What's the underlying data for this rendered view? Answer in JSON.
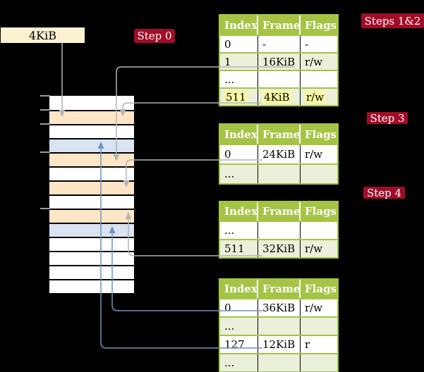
{
  "title_box": {
    "label": "4KiB"
  },
  "step_labels": {
    "step0": "Step 0",
    "steps12": "Steps 1&2",
    "step3": "Step 3",
    "step4": "Step 4"
  },
  "colors": {
    "background": "#000000",
    "label_red": "#a10d28",
    "table_header_green": "#a5c445",
    "table_row_light_green": "#eaf0da",
    "frame_box_cream": "#fbf2d2",
    "highlight_yellow": "#fbf8a3",
    "memory_orange": "#fde5c6",
    "memory_blue": "#d9e3f1",
    "arrow_gray": "#b3b3b8",
    "arrow_blue": "#7191bd"
  },
  "memory": {
    "rows": [
      {
        "color": "white"
      },
      {
        "color": "orange"
      },
      {
        "color": "white"
      },
      {
        "color": "blue"
      },
      {
        "color": "orange"
      },
      {
        "color": "white"
      },
      {
        "color": "orange"
      },
      {
        "color": "white"
      },
      {
        "color": "orange"
      },
      {
        "color": "blue"
      },
      {
        "color": "white"
      },
      {
        "color": "white"
      },
      {
        "color": "white"
      },
      {
        "color": "white"
      }
    ],
    "tick_row_boundaries": [
      0,
      1,
      2,
      4,
      8
    ]
  },
  "tables": {
    "columns": [
      "Index",
      "Frame",
      "Flags"
    ],
    "t1": {
      "rows": [
        {
          "index": "0",
          "frame": "-",
          "flags": "-"
        },
        {
          "index": "1",
          "frame": "16KiB",
          "flags": "r/w"
        },
        {
          "index": "...",
          "frame": "",
          "flags": ""
        },
        {
          "index": "511",
          "frame": "4KiB",
          "flags": "r/w",
          "highlighted": true
        }
      ]
    },
    "t2": {
      "rows": [
        {
          "index": "0",
          "frame": "24KiB",
          "flags": "r/w"
        },
        {
          "index": "...",
          "frame": "",
          "flags": ""
        }
      ]
    },
    "t3": {
      "rows": [
        {
          "index": "...",
          "frame": "",
          "flags": ""
        },
        {
          "index": "511",
          "frame": "32KiB",
          "flags": "r/w"
        }
      ]
    },
    "t4": {
      "rows": [
        {
          "index": "0",
          "frame": "36KiB",
          "flags": "r/w"
        },
        {
          "index": "...",
          "frame": "",
          "flags": ""
        },
        {
          "index": "127",
          "frame": "12KiB",
          "flags": "r"
        },
        {
          "index": "...",
          "frame": "",
          "flags": ""
        }
      ]
    }
  },
  "connectors": [
    {
      "from": "4kib-box",
      "to": "memory-row-2",
      "color": "gray",
      "direction": "down"
    },
    {
      "from": "table-steps12-row-1-frame-16KiB",
      "to": "memory-row-5",
      "color": "gray",
      "direction": "down"
    },
    {
      "from": "table-steps12-row-511-frame-4KiB",
      "to": "memory-row-2",
      "color": "gray",
      "direction": "down"
    },
    {
      "from": "table-step3-row-0-frame-24KiB",
      "to": "memory-row-7",
      "color": "gray",
      "direction": "down"
    },
    {
      "from": "table-step4-row-511-frame-32KiB",
      "to": "memory-row-9",
      "color": "gray",
      "direction": "up"
    },
    {
      "from": "table-bottom-row-0-frame-36KiB",
      "to": "memory-row-10",
      "color": "blue",
      "direction": "up"
    },
    {
      "from": "table-bottom-row-127-frame-12KiB",
      "to": "memory-row-4",
      "color": "blue",
      "direction": "up"
    }
  ]
}
